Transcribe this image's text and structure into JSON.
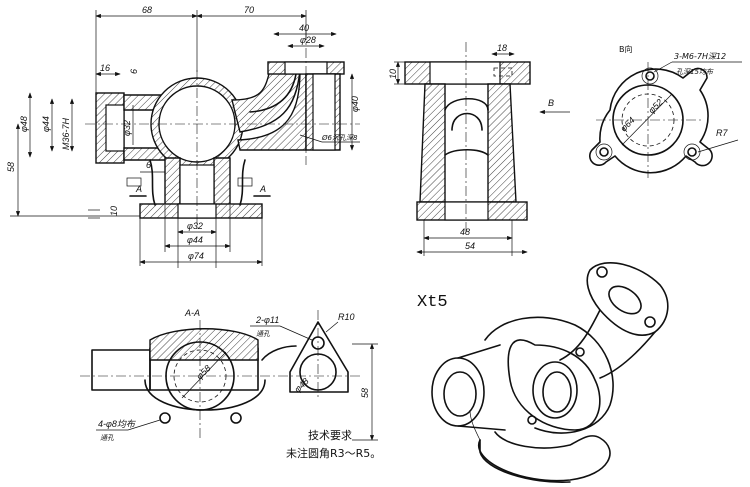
{
  "part_code": "Xt5",
  "technical_requirements": {
    "title": "技术要求",
    "line1": "未注圆角R3～R5。"
  },
  "section_label": "A-A",
  "view_label_b": "B向",
  "arrow_b": "B",
  "cut_marks": [
    "A",
    "A"
  ],
  "front_view": {
    "dims": [
      "68",
      "70",
      "40",
      "φ28",
      "16",
      "6",
      "φ48",
      "φ44",
      "M36-7H",
      "φ32",
      "φ40",
      "58",
      "6",
      "10",
      "φ32",
      "φ44",
      "φ74"
    ],
    "note": "Ø6沉孔深8"
  },
  "side_view": {
    "dims": [
      "18",
      "10",
      "48",
      "54"
    ]
  },
  "b_view": {
    "dims": [
      "3-M6-7H深12",
      "孔深15均布",
      "φ64",
      "φ52",
      "R7"
    ]
  },
  "section_view": {
    "dims": [
      "2-φ11",
      "通孔",
      "R10",
      "φ58",
      "φ48",
      "58",
      "4-φ8均布",
      "通孔"
    ]
  }
}
